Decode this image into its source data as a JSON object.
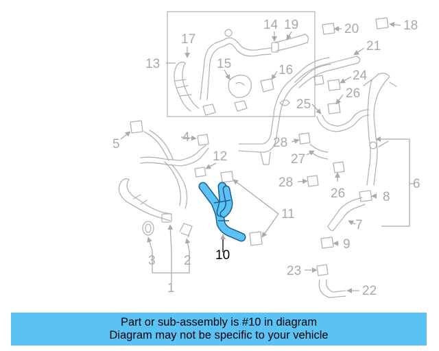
{
  "colors": {
    "highlight": "#5bc2f5",
    "banner_bg": "#5bc2f5",
    "parts": "#b3b3b3",
    "labels": "#a9a9a9"
  },
  "highlighted_part": "10",
  "callouts": {
    "c1": "1",
    "c2": "2",
    "c3": "3",
    "c4": "4",
    "c5": "5",
    "c6": "6",
    "c7": "7",
    "c8": "8",
    "c9": "9",
    "c10": "10",
    "c11": "11",
    "c12": "12",
    "c13": "13",
    "c14": "14",
    "c15": "15",
    "c16": "16",
    "c17": "17",
    "c18": "18",
    "c19": "19",
    "c20": "20",
    "c21": "21",
    "c22": "22",
    "c23": "23",
    "c24": "24",
    "c25": "25",
    "c26": "26",
    "c27": "27",
    "c28a": "28",
    "c28b": "28"
  },
  "banner": {
    "line1": "Part or sub-assembly is #10 in diagram",
    "line2": "Diagram may not be specific to your vehicle"
  }
}
